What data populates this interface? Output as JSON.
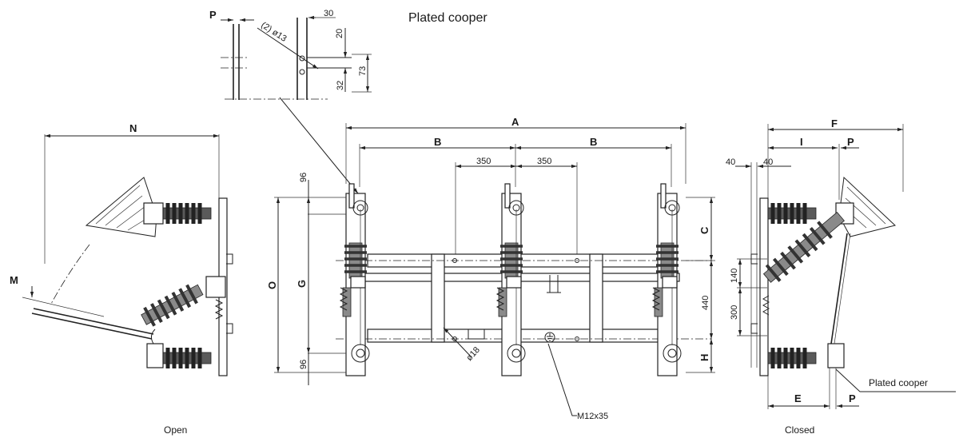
{
  "header": {
    "copper_note_top": "Plated cooper",
    "detail_dims": {
      "p": "P",
      "w30": "30",
      "w20": "20",
      "h73": "73",
      "h32": "32",
      "hole": "(2) ø13"
    }
  },
  "views": {
    "open": {
      "caption": "Open",
      "dim_n": "N",
      "dim_m": "M"
    },
    "front": {
      "dim_a": "A",
      "dim_b_left": "B",
      "dim_b_right": "B",
      "dim_350_left": "350",
      "dim_350_right": "350",
      "dim_96_top": "96",
      "dim_96_bottom": "96",
      "dim_o": "O",
      "dim_g": "G",
      "dim_c": "C",
      "dim_h": "H",
      "dim_440": "440",
      "hole_note": "ø18",
      "bolt_note": "M12x35"
    },
    "closed": {
      "caption": "Closed",
      "dim_f": "F",
      "dim_i": "I",
      "dim_p_top": "P",
      "dim_40_left": "40",
      "dim_40_right": "40",
      "dim_140": "140",
      "dim_300": "300",
      "dim_e": "E",
      "dim_p_bottom": "P",
      "copper_note": "Plated cooper"
    }
  },
  "icons": [
    "earth-ground-icon",
    "arrow-head-icon"
  ]
}
